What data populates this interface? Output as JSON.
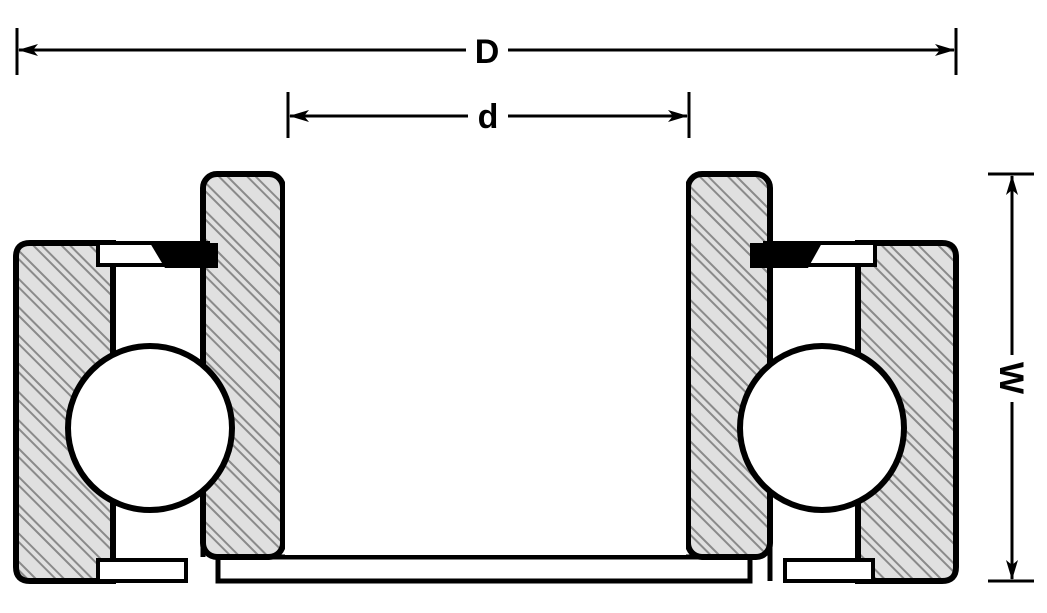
{
  "dimensions": {
    "outer_diameter_label": "D",
    "inner_diameter_label": "d",
    "width_label": "W"
  },
  "colors": {
    "stroke": "#000000",
    "hatch_fill": "#e0e0e0",
    "hatch_lines": "#8a8a8a",
    "background": "#ffffff",
    "seal": "#000000"
  }
}
